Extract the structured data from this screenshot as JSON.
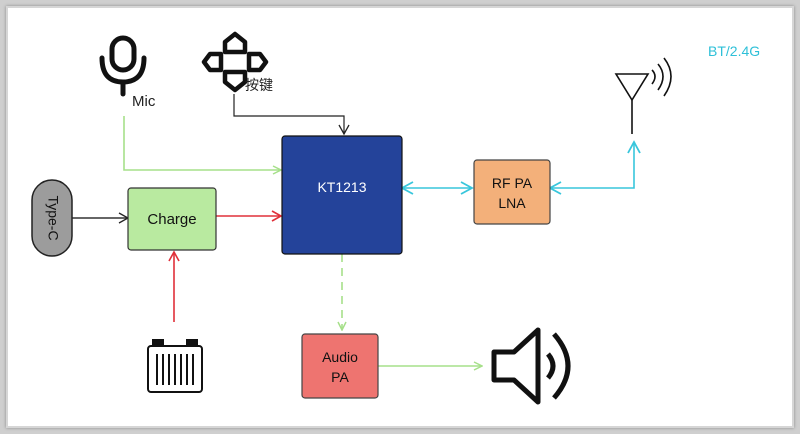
{
  "diagram": {
    "band_label": "BT/2.4G",
    "mic_label": "Mic",
    "button_label": "按键",
    "typec_label": "Type-C",
    "charge_label": "Charge",
    "chip_label": "KT1213",
    "rf_label_line1": "RF PA",
    "rf_label_line2": "LNA",
    "audio_label_line1": "Audio",
    "audio_label_line2": "PA"
  },
  "colors": {
    "green_line": "#a6e08a",
    "red_line": "#e0303a",
    "cyan_line": "#38c6dc",
    "dark_line": "#222222",
    "chip_fill": "#24439a",
    "charge_fill": "#b9eaa0",
    "rf_fill": "#f3b07a",
    "audio_fill": "#ee7470",
    "typec_fill": "#9c9c9c",
    "band_text": "#2ec0d8"
  }
}
